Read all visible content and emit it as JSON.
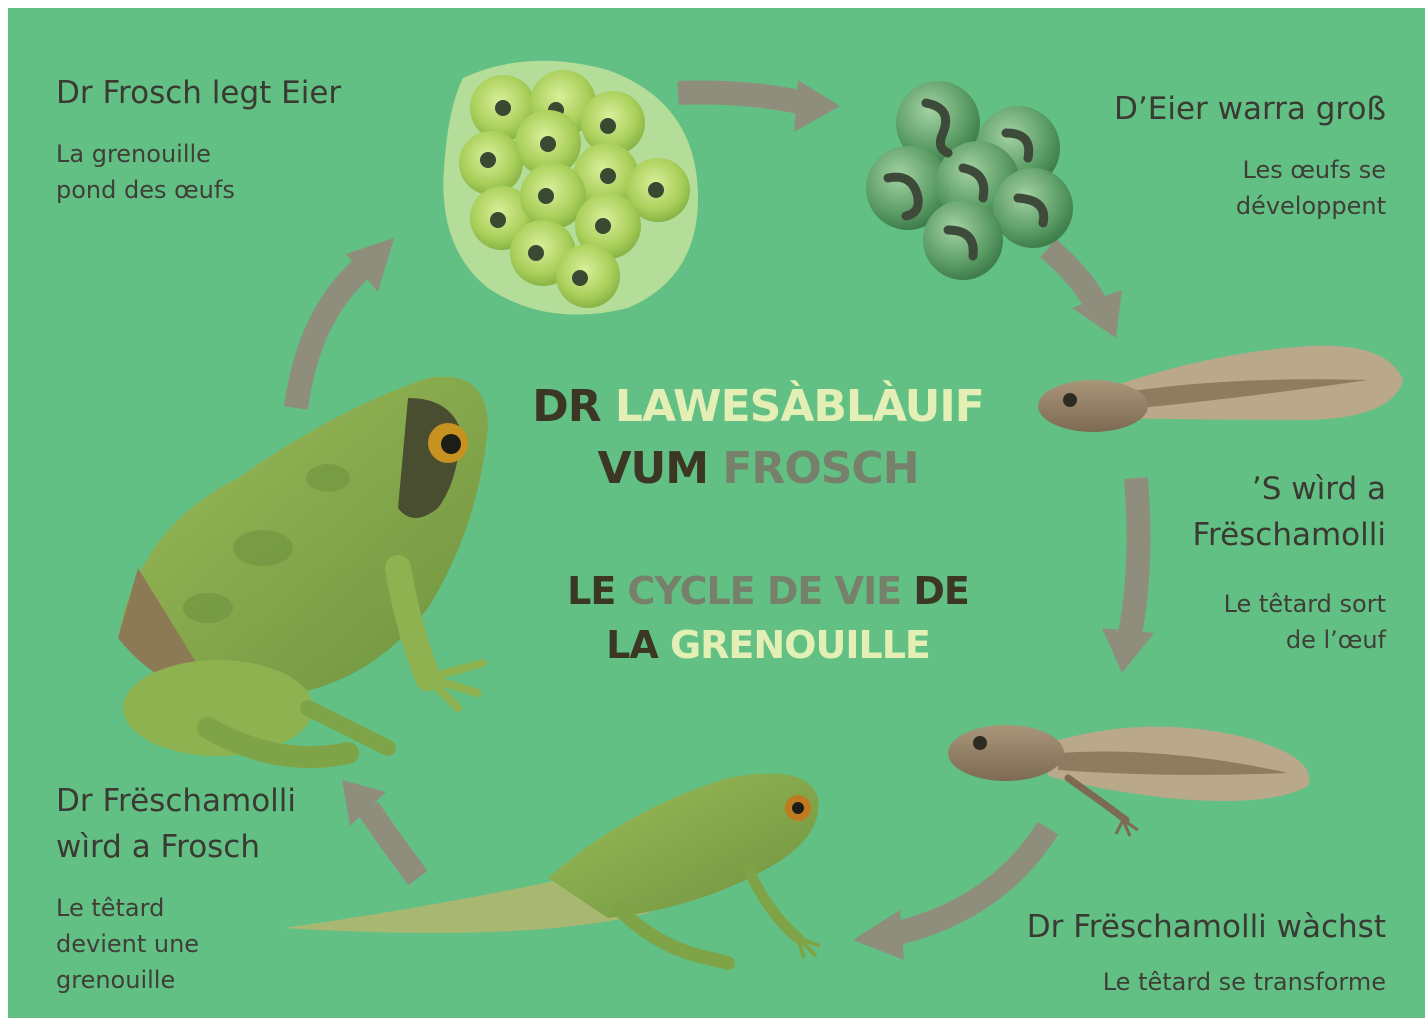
{
  "title": {
    "line1_a": "DR",
    "line1_b": "LAWESÀBLÀUIF",
    "line2_a": "VUM",
    "line2_b": "FROSCH",
    "line3_a": "LE",
    "line3_b": "CYCLE DE VIE",
    "line3_c": "DE",
    "line4_a": "LA",
    "line4_b": "GRENOUILLE"
  },
  "stages": {
    "lay_eggs": {
      "title": "Dr Frosch legt Eier",
      "sub_1": "La grenouille",
      "sub_2": "pond des œufs"
    },
    "eggs_grow": {
      "title": "D’Eier warra groß",
      "sub_1": "Les œufs se",
      "sub_2": "développent"
    },
    "hatch": {
      "title_1": "’S wìrd a",
      "title_2": "Frëschamolli",
      "sub_1": "Le têtard sort",
      "sub_2": "de l’œuf"
    },
    "grows": {
      "title": "Dr Frëschamolli wàchst",
      "sub": "Le têtard se transforme"
    },
    "becomes_frog": {
      "title_1": "Dr Frëschamolli",
      "title_2": "wìrd a Frosch",
      "sub_1": "Le têtard",
      "sub_2": "devient une",
      "sub_3": "grenouille"
    }
  },
  "colors": {
    "background": "#62c084",
    "arrow": "#8f8e7d",
    "frog": "#7fa448",
    "tadpole": "#9c8865"
  }
}
